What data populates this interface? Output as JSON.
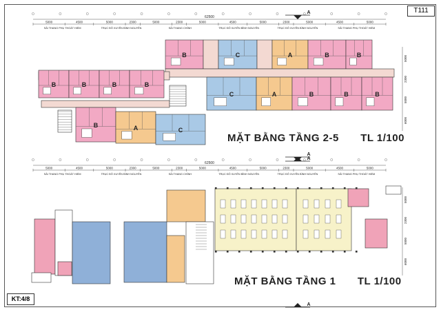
{
  "sheet": {
    "code": "T111",
    "scale_ref": "KT:4/8"
  },
  "plans": {
    "upper": {
      "title": "MẶT BẰNG TẦNG 2-5",
      "scale": "TL  1/100",
      "overall_dim": "62500",
      "section_marker": "A",
      "dims": [
        "5000",
        "4500",
        "5000",
        "2300",
        "5000",
        "2300",
        "5000",
        "4500",
        "5000",
        "2300",
        "5000",
        "4500",
        "5000"
      ],
      "zone_labels": [
        "SẢI THANG PHỤ THOÁT HIỂM",
        "TRỤC ĐÔ XUYÊN BÌNH NGUYÊN",
        "SẢI THANG CHÍNH",
        "TRỤC ĐÔ XUYÊN BÌNH NGUYÊN",
        "TRỤC ĐÔ XUYÊN BÌNH NGUYÊN",
        "SẢI THANG PHỤ THOÁT HIỂM"
      ],
      "unit_letters": [
        "B",
        "B",
        "C",
        "A",
        "B",
        "B",
        "B",
        "B",
        "C",
        "A",
        "B",
        "B",
        "B",
        "B",
        "B",
        "A",
        "C"
      ]
    },
    "lower": {
      "title": "MẶT BẰNG TẦNG 1",
      "scale": "TL  1/100",
      "overall_dim": "62500",
      "section_marker": "A",
      "dims": [
        "5000",
        "4500",
        "5000",
        "2300",
        "5000",
        "2300",
        "5000",
        "4500",
        "5000",
        "2300",
        "5000",
        "4500",
        "5000"
      ],
      "zone_labels": [
        "SẢI THANG PHỤ THOÁT HIỂM",
        "TRỤC ĐÔ XUYÊN BÌNH NGUYÊN",
        "SẢI THANG CHÍNH",
        "TRỤC ĐÔ XUYÊN BÌNH NGUYÊN",
        "TRỤC ĐÔ XUYÊN BÌNH NGUYÊN",
        "SẢI THANG PHỤ THOÁT HIỂM"
      ]
    }
  },
  "colors": {
    "unit_a": "#f5c98f",
    "unit_b": "#f2a9c4",
    "unit_c": "#a9c9e6",
    "hall_blue": "#8fb0d8",
    "hall_yellow": "#f7f2c9",
    "pink_room": "#f0a3b8",
    "corridor": "#f3d9d2",
    "line": "#333333",
    "dim_line": "#555555"
  }
}
